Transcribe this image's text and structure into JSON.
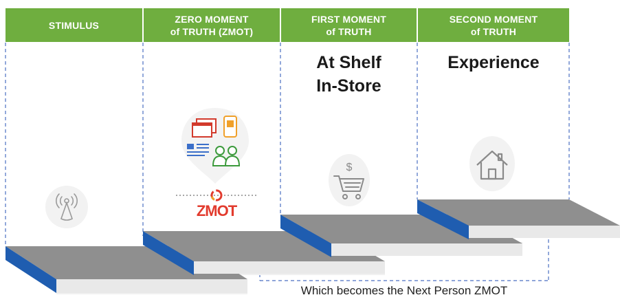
{
  "columns": [
    {
      "header": "STIMULUS",
      "label": ""
    },
    {
      "header": "ZERO MOMENT\nof TRUTH (ZMOT)",
      "label": ""
    },
    {
      "header": "FIRST MOMENT\nof TRUTH",
      "label": "At Shelf\nIn-Store"
    },
    {
      "header": "SECOND MOMENT\nof TRUTH",
      "label": "Experience"
    }
  ],
  "zmot_logo_text": "ZMOT",
  "caption": "Which becomes the Next Person ZMOT",
  "colors": {
    "header_green": "#6fae3f",
    "dash_blue": "#4a6fc2",
    "step_top_gray": "#8f8f8f",
    "step_side_blue": "#1f5db0",
    "zmot_red": "#e23b2e"
  },
  "icons": [
    "antenna-icon",
    "media-devices-icon",
    "shopping-cart-icon",
    "house-icon"
  ]
}
